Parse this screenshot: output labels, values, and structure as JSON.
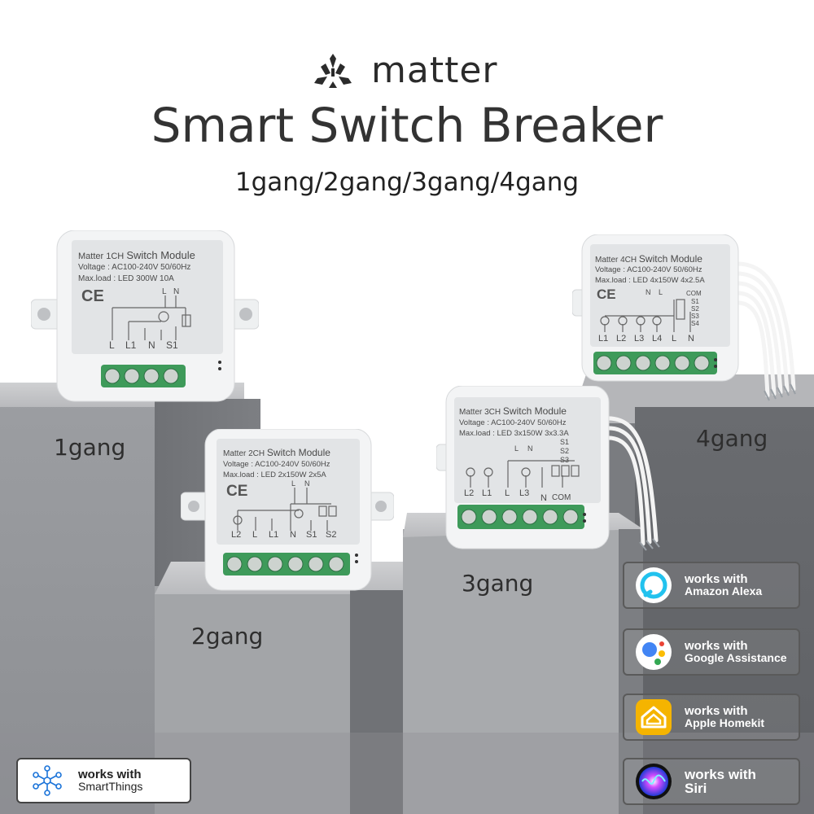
{
  "brand": {
    "name": "matter",
    "logo_icon": "matter-logo-icon"
  },
  "title": "Smart Switch Breaker",
  "subtitle": "1gang/2gang/3gang/4gang",
  "gang_labels": {
    "g1": "1gang",
    "g2": "2gang",
    "g3": "3gang",
    "g4": "4gang"
  },
  "modules": {
    "m1": {
      "title_a": "Matter 1CH",
      "title_b": "Switch Module",
      "voltage": "Voltage : AC100-240V 50/60Hz",
      "maxload": "Max.load : LED 300W  10A",
      "ce": "CE",
      "top_terms": [
        "L",
        "N"
      ],
      "terminals": [
        "L",
        "L1",
        "N",
        "S1"
      ]
    },
    "m2": {
      "title_a": "Matter 2CH",
      "title_b": "Switch Module",
      "voltage": "Voltage : AC100-240V 50/60Hz",
      "maxload": "Max.load : LED 2x150W  2x5A",
      "ce": "CE",
      "top_terms": [
        "L",
        "N"
      ],
      "terminals": [
        "L2",
        "L",
        "L1",
        "N",
        "S1",
        "S2"
      ]
    },
    "m3": {
      "title_a": "Matter 3CH",
      "title_b": "Switch Module",
      "voltage": "Voltage : AC100-240V 50/60Hz",
      "maxload": "Max.load : LED 3x150W  3x3.3A",
      "top_terms": [
        "L",
        "N"
      ],
      "side_terms": [
        "S1",
        "S2",
        "S3"
      ],
      "terminals": [
        "L2",
        "L1",
        "L",
        "L3",
        "N",
        "COM"
      ]
    },
    "m4": {
      "title_a": "Matter 4CH",
      "title_b": "Switch Module",
      "voltage": "Voltage : AC100-240V 50/60Hz",
      "maxload": "Max.load : LED 4x150W  4x2.5A",
      "ce": "CE",
      "top_terms": [
        "N",
        "L"
      ],
      "side_terms": [
        "COM",
        "S1",
        "S2",
        "S3",
        "S4"
      ],
      "terminals": [
        "L1",
        "L2",
        "L3",
        "L4",
        "L",
        "N"
      ]
    }
  },
  "badges": {
    "alexa": {
      "line1": "works with",
      "line2": "Amazon Alexa",
      "icon": "alexa-icon",
      "color": "#22c2ee"
    },
    "google": {
      "line1": "works with",
      "line2": "Google Assistance",
      "icon": "google-assistant-icon",
      "colors": [
        "#4285f4",
        "#ea4335",
        "#fbbc05",
        "#34a853"
      ]
    },
    "homekit": {
      "line1": "works with",
      "line2": "Apple Homekit",
      "icon": "homekit-icon",
      "color": "#f5b400"
    },
    "siri": {
      "line1": "works with",
      "line2": "Siri",
      "icon": "siri-icon"
    },
    "smartthings": {
      "line1": "works with",
      "line2": "SmartThings",
      "icon": "smartthings-icon",
      "color": "#1a73d9"
    }
  }
}
